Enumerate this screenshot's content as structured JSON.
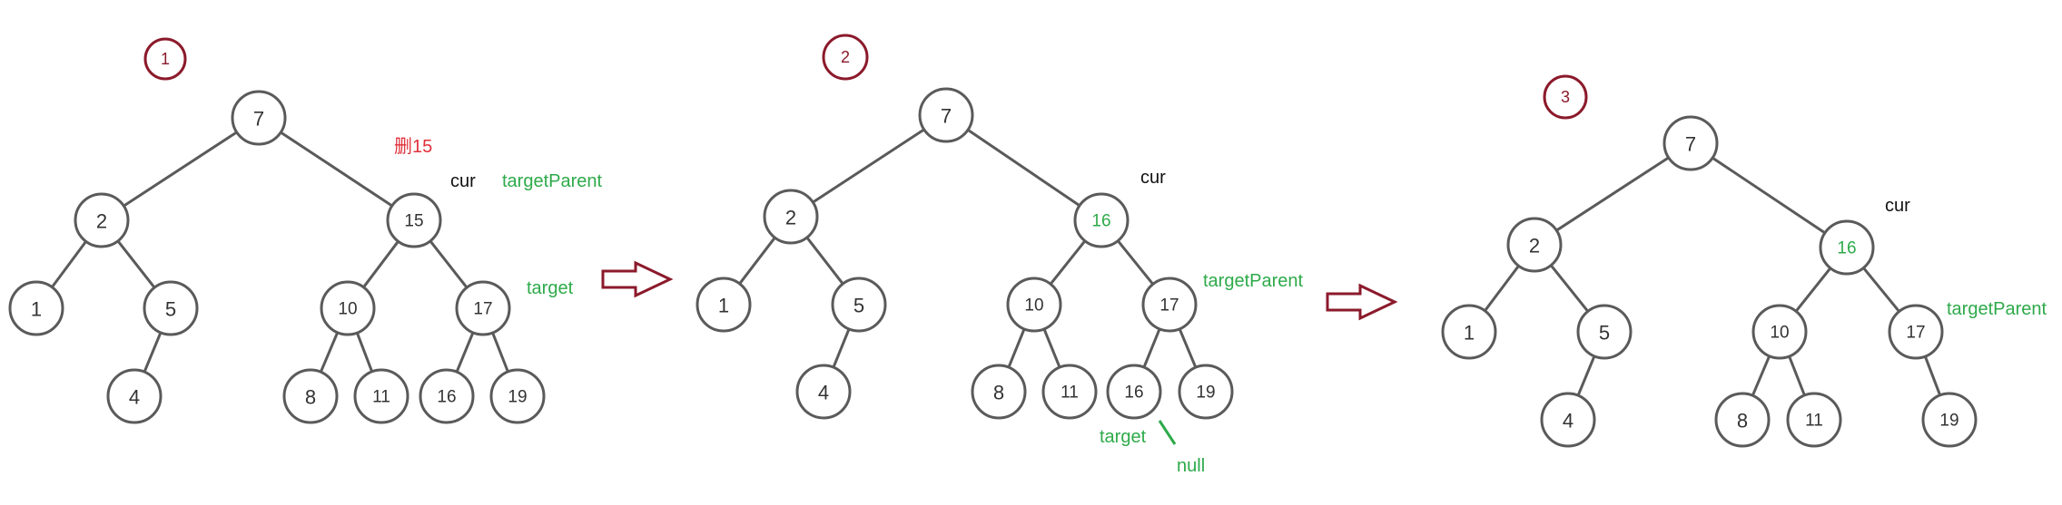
{
  "colors": {
    "node_stroke": "#5a5a5a",
    "text_dark": "#333333",
    "step_red": "#8b1a2b",
    "annotation_green": "#2eaa4a",
    "annotation_black": "#111111",
    "annotation_red": "#e0303a"
  },
  "panels": [
    {
      "step": "1",
      "nodes": [
        "7",
        "2",
        "15",
        "1",
        "5",
        "10",
        "17",
        "4",
        "8",
        "11",
        "16",
        "19"
      ],
      "annotations": [
        {
          "text": "删15",
          "color": "red"
        },
        {
          "text": "cur",
          "color": "black"
        },
        {
          "text": "targetParent",
          "color": "green"
        },
        {
          "text": "target",
          "color": "green"
        }
      ]
    },
    {
      "step": "2",
      "nodes": [
        "7",
        "2",
        "16",
        "1",
        "5",
        "10",
        "17",
        "4",
        "8",
        "11",
        "16",
        "19"
      ],
      "annotations": [
        {
          "text": "cur",
          "color": "black"
        },
        {
          "text": "targetParent",
          "color": "green"
        },
        {
          "text": "target",
          "color": "green"
        },
        {
          "text": "null",
          "color": "green"
        }
      ]
    },
    {
      "step": "3",
      "nodes": [
        "7",
        "2",
        "16",
        "1",
        "5",
        "10",
        "17",
        "4",
        "8",
        "11",
        "19"
      ],
      "annotations": [
        {
          "text": "cur",
          "color": "black"
        },
        {
          "text": "targetParent",
          "color": "green"
        }
      ]
    }
  ]
}
